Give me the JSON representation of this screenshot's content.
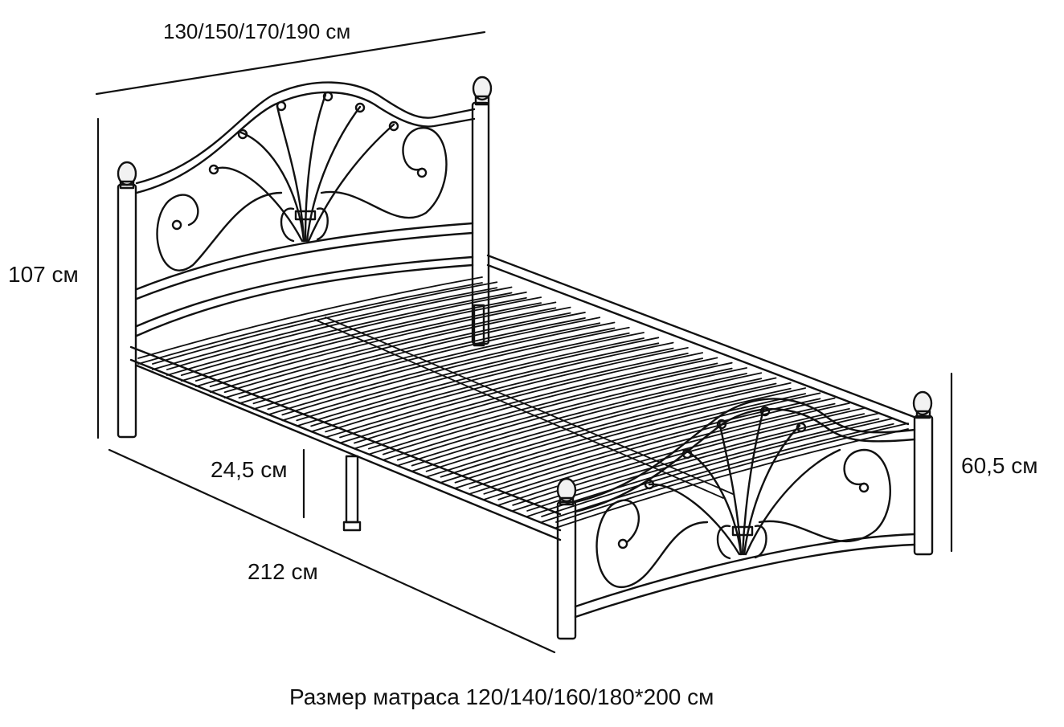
{
  "dimensions": {
    "width": "130/150/170/190 см",
    "height_headboard": "107 см",
    "leg_height": "24,5 см",
    "length": "212 см",
    "height_footboard": "60,5 см"
  },
  "caption": {
    "label": "Размер матраса",
    "value": "120/140/160/180*200 см"
  },
  "colors": {
    "line": "#111111",
    "background": "#ffffff",
    "knob": "#f2f2f2"
  }
}
